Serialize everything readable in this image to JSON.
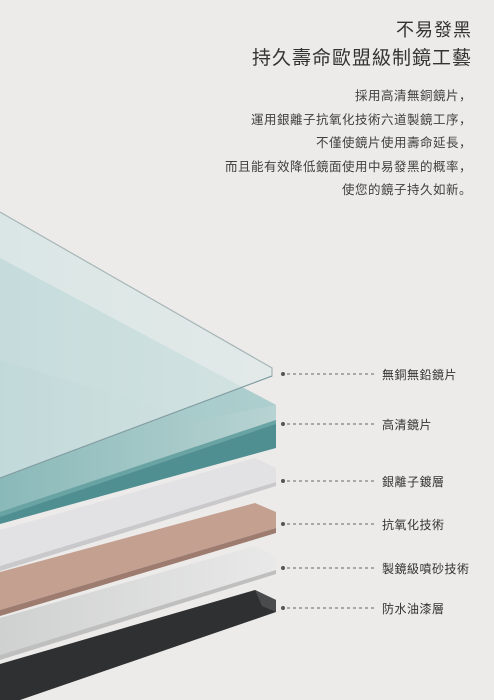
{
  "headline": {
    "line1": "不易發黑",
    "line2": "持久壽命歐盟級制鏡工藝"
  },
  "description": [
    "採用高清無銅鏡片，",
    "運用銀離子抗氧化技術六道製鏡工序，",
    "不僅使鏡片使用壽命延長，",
    "而且能有效降低鏡面使用中易發黑的概率，",
    "使您的鏡子持久如新。"
  ],
  "layers": [
    {
      "label": "無銅無鉛鏡片",
      "color": "#d9e8e8"
    },
    {
      "label": "高清鏡片",
      "color": "#7fb4b4"
    },
    {
      "label": "銀離子鍍層",
      "color": "#e3e3e6"
    },
    {
      "label": "抗氧化技術",
      "color": "#c9a393"
    },
    {
      "label": "製鏡級噴砂技術",
      "color": "#e6e6e6"
    },
    {
      "label": "防水油漆層",
      "color": "#3c3d3f"
    }
  ]
}
